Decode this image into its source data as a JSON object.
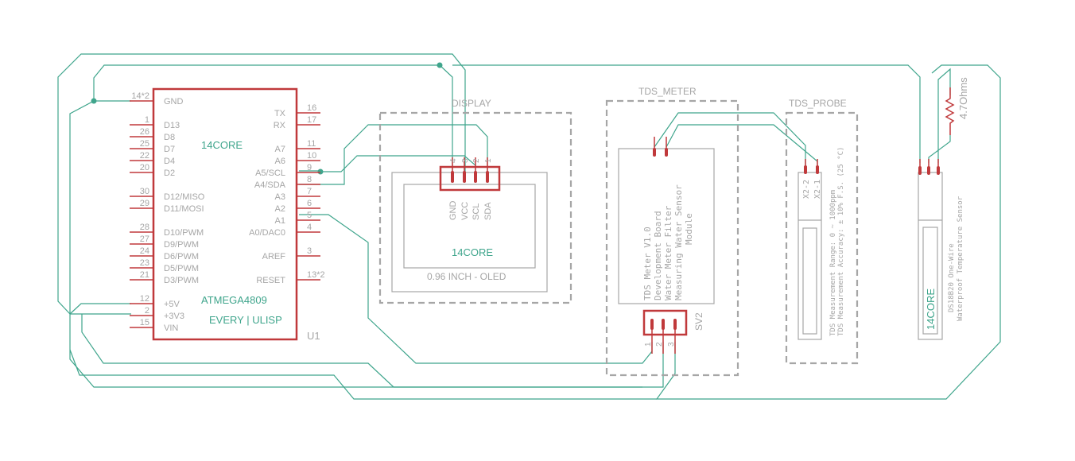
{
  "colors": {
    "wire": "#3fa58c",
    "symbol_body": "#c0393b",
    "outline": "#a6a6a6",
    "brand_text": "#3fa58c",
    "background": "#ffffff"
  },
  "mcu": {
    "ref": "U1",
    "brand": "14CORE",
    "part": "ATMEGA4809",
    "variant": "EVERY | ULISP",
    "left_pins": [
      {
        "num": "14*2",
        "name": "GND"
      },
      {
        "num": "1",
        "name": "D13"
      },
      {
        "num": "26",
        "name": "D8"
      },
      {
        "num": "25",
        "name": "D7"
      },
      {
        "num": "22",
        "name": "D4"
      },
      {
        "num": "20",
        "name": "D2"
      },
      {
        "num": "30",
        "name": "D12/MISO"
      },
      {
        "num": "29",
        "name": "D11/MOSI"
      },
      {
        "num": "28",
        "name": "D10/PWM"
      },
      {
        "num": "27",
        "name": "D9/PWM"
      },
      {
        "num": "24",
        "name": "D6/PWM"
      },
      {
        "num": "23",
        "name": "D5/PWM"
      },
      {
        "num": "21",
        "name": "D3/PWM"
      },
      {
        "num": "12",
        "name": "+5V"
      },
      {
        "num": "2",
        "name": "+3V3"
      },
      {
        "num": "15",
        "name": "VIN"
      }
    ],
    "right_pins": [
      {
        "num": "16",
        "name": "TX"
      },
      {
        "num": "17",
        "name": "RX"
      },
      {
        "num": "11",
        "name": "A7"
      },
      {
        "num": "10",
        "name": "A6"
      },
      {
        "num": "9",
        "name": "A5/SCL"
      },
      {
        "num": "8",
        "name": "A4/SDA"
      },
      {
        "num": "7",
        "name": "A3"
      },
      {
        "num": "6",
        "name": "A2"
      },
      {
        "num": "5",
        "name": "A1"
      },
      {
        "num": "4",
        "name": "A0/DAC0"
      },
      {
        "num": "3",
        "name": "AREF"
      },
      {
        "num": "13*2",
        "name": "RESET"
      }
    ]
  },
  "display": {
    "frame_label": "DISPLAY",
    "brand": "14CORE",
    "caption": "0.96 INCH - OLED",
    "pins": [
      {
        "num": "4",
        "name": "GND"
      },
      {
        "num": "3",
        "name": "VCC"
      },
      {
        "num": "2",
        "name": "SCL"
      },
      {
        "num": "1",
        "name": "SDA"
      }
    ]
  },
  "tds_meter": {
    "frame_label": "TDS_METER",
    "description": [
      "TDS Meter V1.0",
      "Development Board",
      "Water Meter Filter",
      "Measuring Water Sensor",
      "Module"
    ],
    "connector_ref": "SV2",
    "connector_pins": [
      "1",
      "2",
      "3"
    ]
  },
  "tds_probe": {
    "frame_label": "TDS_PROBE",
    "pins": [
      "X2-2",
      "X2-1"
    ],
    "specs": [
      "TDS Measurement Range: 0 ~ 1000ppm",
      "TDS Measurement Accuracy: ± 10% F.S. (25 °C)"
    ]
  },
  "temp_sensor": {
    "brand": "14CORE",
    "description": [
      "DS18B20 One-Wire",
      "Waterproof Temperature Sensor"
    ],
    "resistor_label": "4.7Ohms"
  }
}
